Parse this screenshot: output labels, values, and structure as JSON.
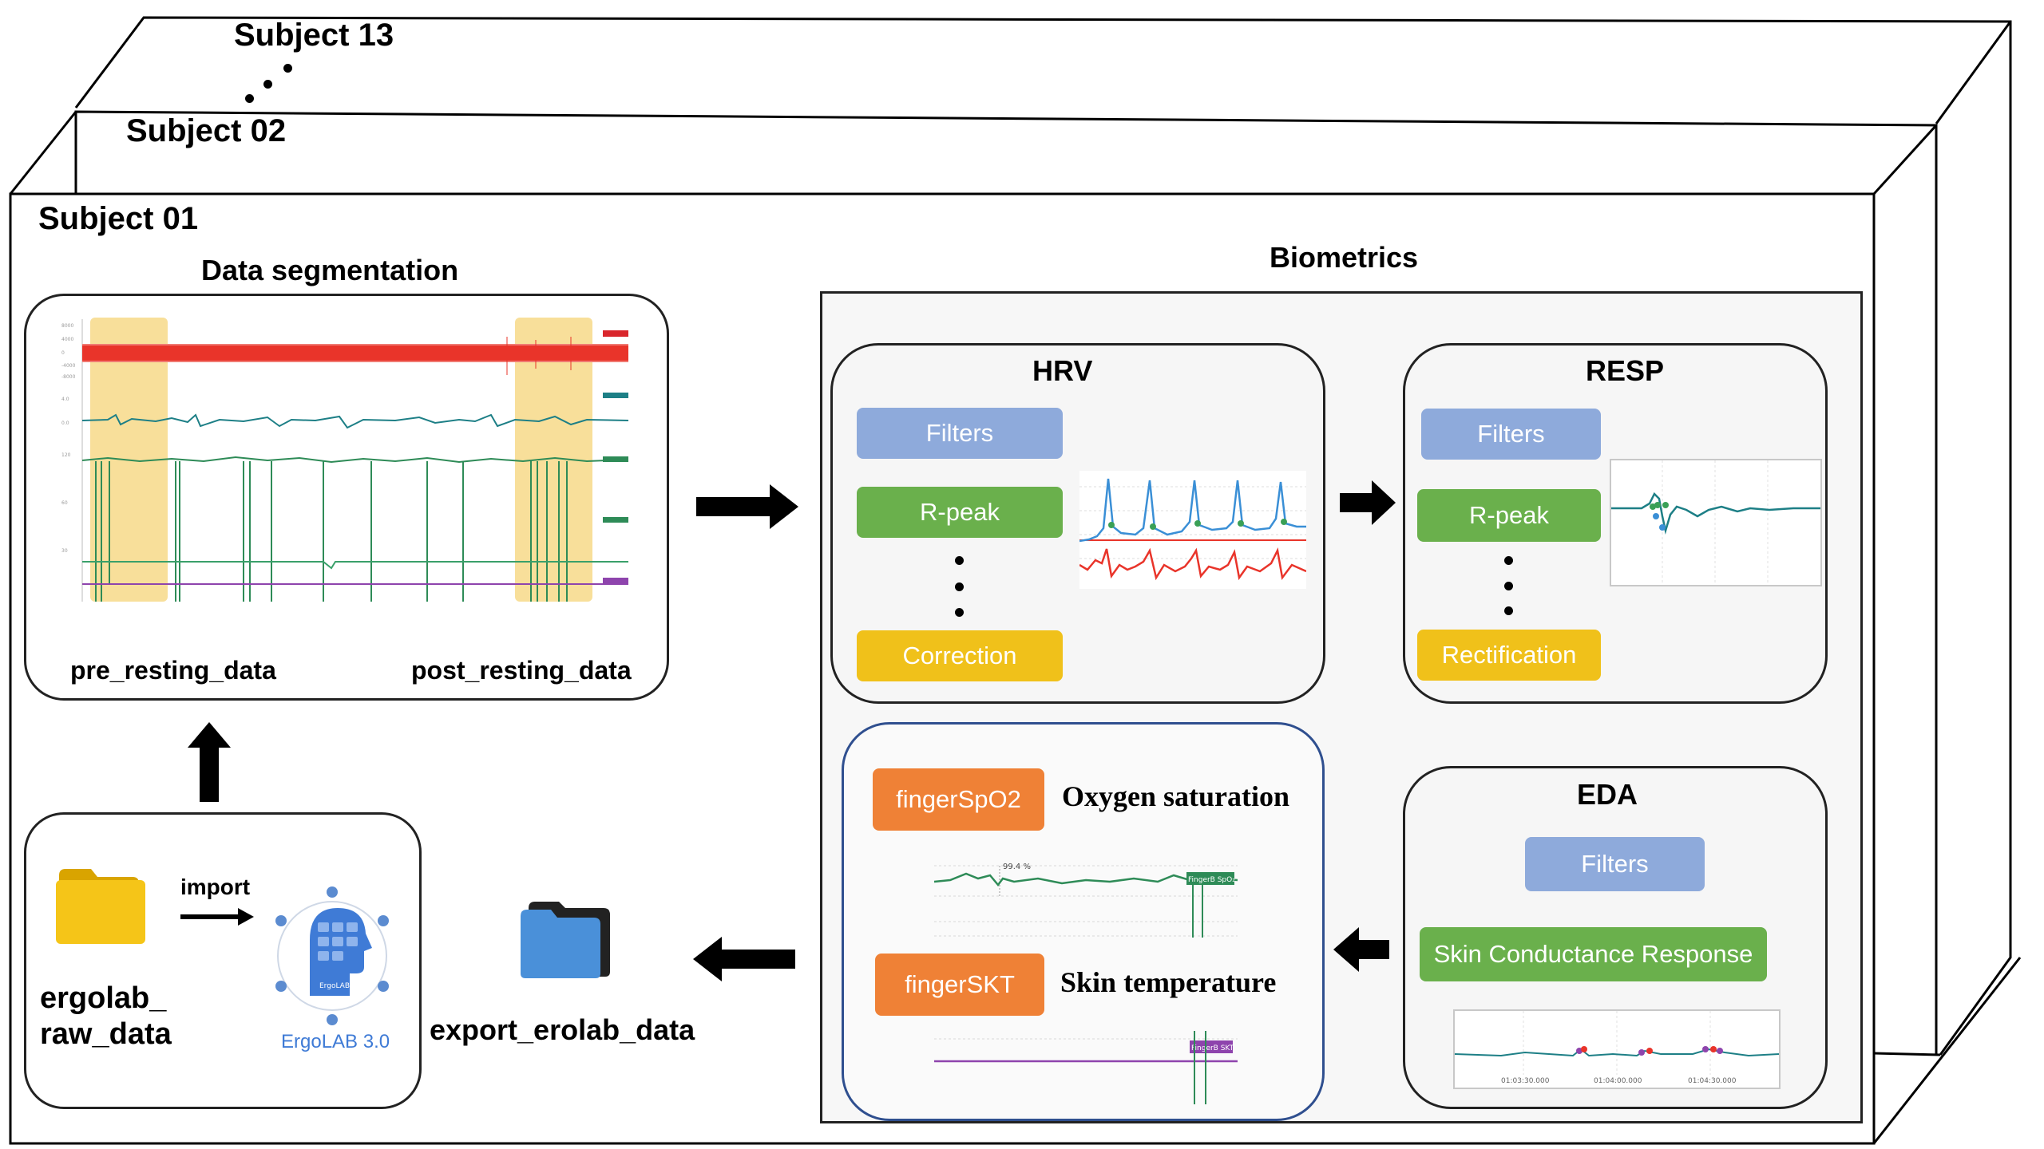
{
  "subjects": {
    "subject_13": "Subject 13",
    "subject_02": "Subject 02",
    "subject_01": "Subject 01"
  },
  "segmentation": {
    "title": "Data segmentation",
    "pre_label": "pre_resting_data",
    "post_label": "post_resting_data"
  },
  "biometrics": {
    "title": "Biometrics",
    "hrv": {
      "title": "HRV",
      "steps": [
        "Filters",
        "R-peak",
        "Correction"
      ]
    },
    "resp": {
      "title": "RESP",
      "steps": [
        "Filters",
        "R-peak",
        "Rectification"
      ]
    },
    "eda": {
      "title": "EDA",
      "steps": [
        "Filters",
        "Skin Conductance Response"
      ],
      "tick_labels": [
        "01:03:30.000",
        "01:04:00.000",
        "01:04:30.000"
      ]
    },
    "finger": {
      "spo2_button": "fingerSpO2",
      "spo2_desc": "Oxygen saturation",
      "spo2_value": "99.4 %",
      "spo2_tag": "FingerB SpO₂",
      "skt_button": "fingerSKT",
      "skt_desc": "Skin temperature",
      "skt_tag": "FingerB SKT"
    }
  },
  "import": {
    "folder_label_line1": "ergolab_",
    "folder_label_line2": "raw_data",
    "arrow_label": "import",
    "app_name": "ErgoLAB 3.0",
    "app_logo_text": "ErgoLAB"
  },
  "export": {
    "label": "export_erolab_data"
  },
  "colors": {
    "filters": "#8eaadb",
    "rpeak": "#6ab04c",
    "correction": "#f0c11a",
    "finger": "#ef8136",
    "highlight": "#f5d478"
  }
}
